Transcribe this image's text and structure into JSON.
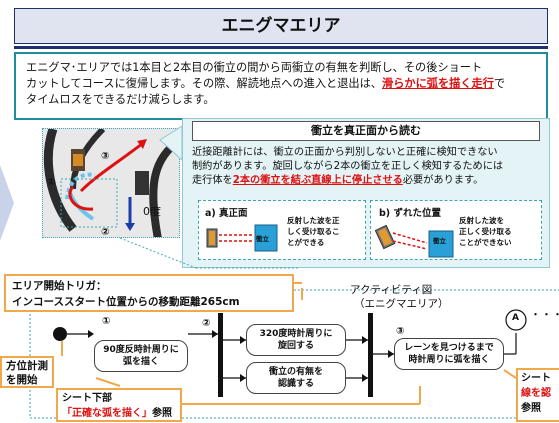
{
  "title": "エニグマエリア",
  "intro": {
    "line1": "エニグマ･エリアでは1本目と2本目の衝立の間から両衝立の有無を判断し、その後ショート",
    "line2": "カットしてコースに復帰します。その際、解読地点への進入と退出は、",
    "highlight": "滑らかに弧を描く走行",
    "line2_end": "で",
    "line3": "タイムロスをできるだけ減らします。"
  },
  "photo": {
    "marker1": "①",
    "marker2": "②",
    "marker3": "③",
    "angle_label": "0度"
  },
  "panel": {
    "title": "衝立を真正面から読む",
    "text1": "近接距離計には、衝立の正面から判別しないと正確に検知できない",
    "text2": "制約があります。旋回しながら2本の衝立を正しく検知するためには",
    "text3_pre": "走行体を",
    "text3_highlight": "2本の衝立を結ぶ直線上に停止させる",
    "text3_post": "必要があります。",
    "sub_a_title": "a) 真正面",
    "sub_a_desc1": "反射した波を正",
    "sub_a_desc2": "しく受け取るこ",
    "sub_a_desc3": "とができる",
    "sub_b_title": "b) ずれた位置",
    "sub_b_desc1": "反射した波を",
    "sub_b_desc2": "正しく受け取る",
    "sub_b_desc3": "ことができない",
    "screen_label": "衝立"
  },
  "flow": {
    "trigger_title": "エリア開始トリガ：",
    "trigger_desc": "インコーススタート位置からの移動距離265cm",
    "activity_title": "アクティビティ図",
    "activity_sub": "（エニグマエリア）",
    "step1": "①",
    "step2": "②",
    "step3": "③",
    "node1_l1": "90度反時計周りに",
    "node1_l2": "弧を描く",
    "node2_l1": "320度時計周りに",
    "node2_l2": "旋回する",
    "node3_l1": "衝立の有無を",
    "node3_l2": "認識する",
    "node4_l1": "レーンを見つけるまで",
    "node4_l2": "時計周りに弧を描く",
    "connector": "A",
    "ellipsis": "・・・",
    "measure_l1": "方位計測",
    "measure_l2": "を開始",
    "sheet_l1": "シート下部",
    "sheet_link": "「正確な弧を描く」",
    "sheet_post": "参照",
    "sheet2_l1": "シート",
    "sheet2_l2": "線を認",
    "sheet2_l3": "参照"
  },
  "colors": {
    "navy": "#1d2f6e",
    "teal": "#1f8ea0",
    "orange": "#f0a84a",
    "red": "#e01010"
  }
}
